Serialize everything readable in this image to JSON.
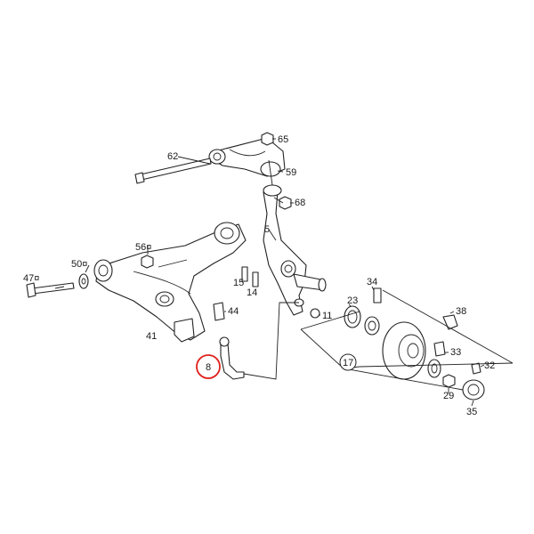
{
  "diagram": {
    "callouts": [
      "62",
      "65",
      "59",
      "68",
      "5",
      "56",
      "50",
      "47",
      "15",
      "14",
      "34",
      "23",
      "38",
      "44",
      "11",
      "41",
      "33",
      "17",
      "32",
      "8",
      "29",
      "35"
    ],
    "highlighted_part": "8",
    "highlight_color": "#e0201b",
    "line_color": "#222222",
    "symbols": {
      "56": "56¤",
      "50": "50¤",
      "47": "47¤"
    }
  }
}
